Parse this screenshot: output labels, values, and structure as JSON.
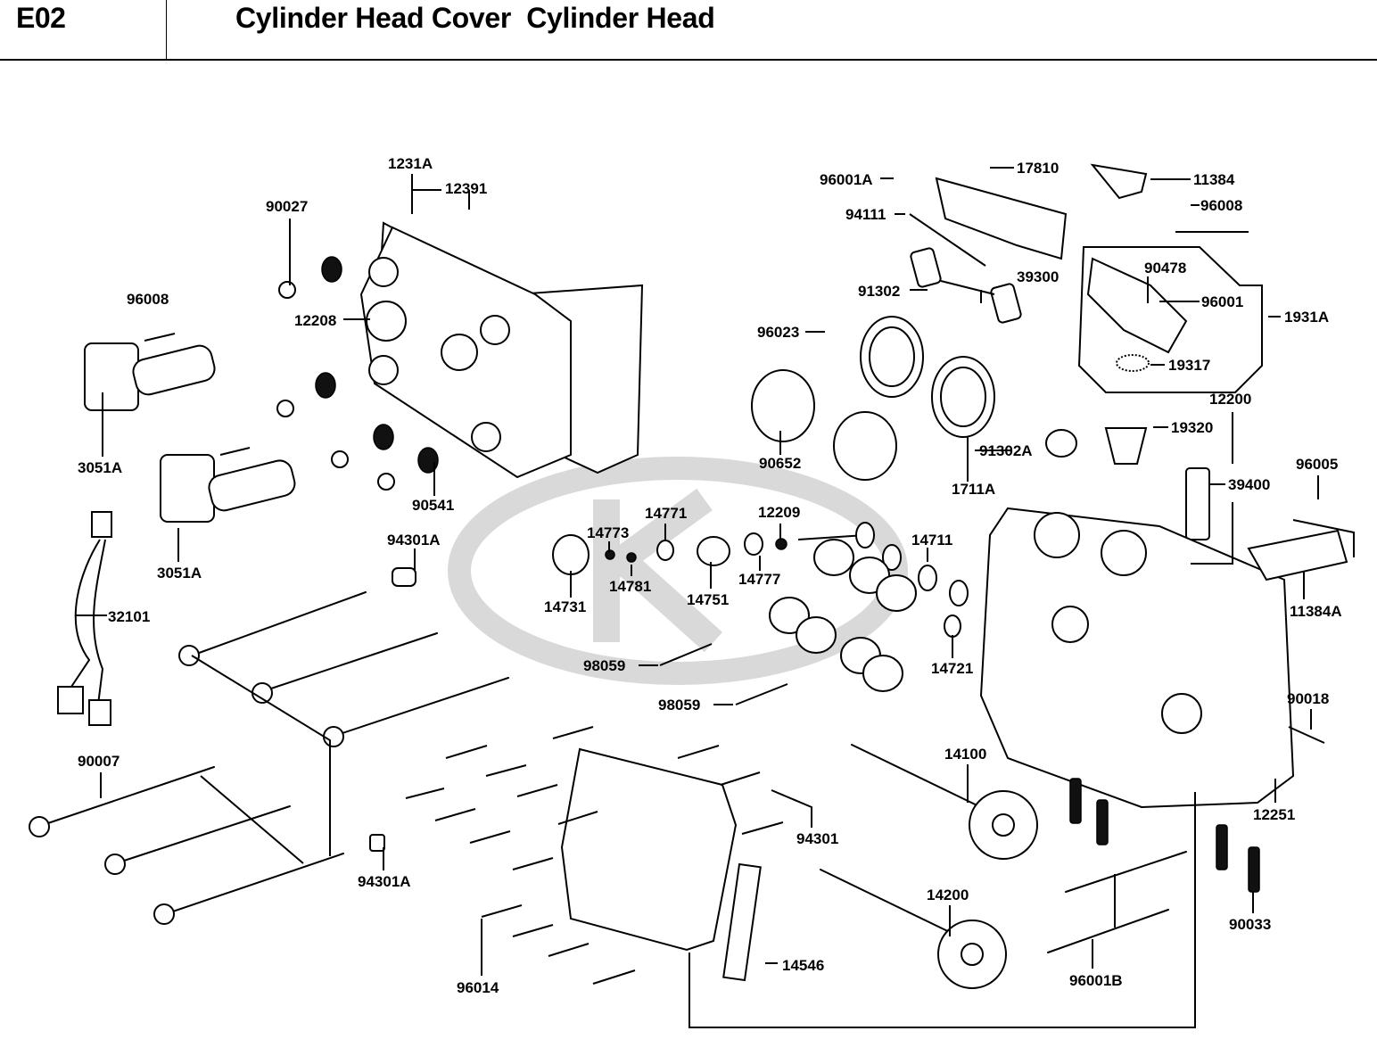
{
  "header": {
    "code": "E02",
    "title": "Cylinder Head Cover  Cylinder Head"
  },
  "watermark": {
    "brand": "KYMCO",
    "color": "#d9d9d9"
  },
  "labels": [
    {
      "id": "1231A",
      "text": "1231A"
    },
    {
      "id": "12391",
      "text": "12391"
    },
    {
      "id": "90027",
      "text": "90027"
    },
    {
      "id": "12208",
      "text": "12208"
    },
    {
      "id": "96008-left",
      "text": "96008"
    },
    {
      "id": "3051A-upper",
      "text": "3051A"
    },
    {
      "id": "3051A-lower",
      "text": "3051A"
    },
    {
      "id": "90541",
      "text": "90541"
    },
    {
      "id": "94301A-upper",
      "text": "94301A"
    },
    {
      "id": "32101",
      "text": "32101"
    },
    {
      "id": "90007",
      "text": "90007"
    },
    {
      "id": "94301A-lower",
      "text": "94301A"
    },
    {
      "id": "96014",
      "text": "96014"
    },
    {
      "id": "14546",
      "text": "14546"
    },
    {
      "id": "94301",
      "text": "94301"
    },
    {
      "id": "14100",
      "text": "14100"
    },
    {
      "id": "14200",
      "text": "14200"
    },
    {
      "id": "96001A",
      "text": "96001A"
    },
    {
      "id": "17810",
      "text": "17810"
    },
    {
      "id": "11384",
      "text": "11384"
    },
    {
      "id": "94111",
      "text": "94111"
    },
    {
      "id": "96008-right",
      "text": "96008"
    },
    {
      "id": "90478",
      "text": "90478"
    },
    {
      "id": "96001",
      "text": "96001"
    },
    {
      "id": "1931A",
      "text": "1931A"
    },
    {
      "id": "19317",
      "text": "19317"
    },
    {
      "id": "91302",
      "text": "91302"
    },
    {
      "id": "39300",
      "text": "39300"
    },
    {
      "id": "96023",
      "text": "96023"
    },
    {
      "id": "90652",
      "text": "90652"
    },
    {
      "id": "91302A",
      "text": "91302A"
    },
    {
      "id": "1711A",
      "text": "1711A"
    },
    {
      "id": "12200",
      "text": "12200"
    },
    {
      "id": "19320",
      "text": "19320"
    },
    {
      "id": "39400",
      "text": "39400"
    },
    {
      "id": "96005",
      "text": "96005"
    },
    {
      "id": "11384A",
      "text": "11384A"
    },
    {
      "id": "14773",
      "text": "14773"
    },
    {
      "id": "14771",
      "text": "14771"
    },
    {
      "id": "12209",
      "text": "12209"
    },
    {
      "id": "14711",
      "text": "14711"
    },
    {
      "id": "14731",
      "text": "14731"
    },
    {
      "id": "14781",
      "text": "14781"
    },
    {
      "id": "14751",
      "text": "14751"
    },
    {
      "id": "14777",
      "text": "14777"
    },
    {
      "id": "14721",
      "text": "14721"
    },
    {
      "id": "98059-upper",
      "text": "98059"
    },
    {
      "id": "98059-lower",
      "text": "98059"
    },
    {
      "id": "90018",
      "text": "90018"
    },
    {
      "id": "12251",
      "text": "12251"
    },
    {
      "id": "90033",
      "text": "90033"
    },
    {
      "id": "96001B",
      "text": "96001B"
    }
  ]
}
